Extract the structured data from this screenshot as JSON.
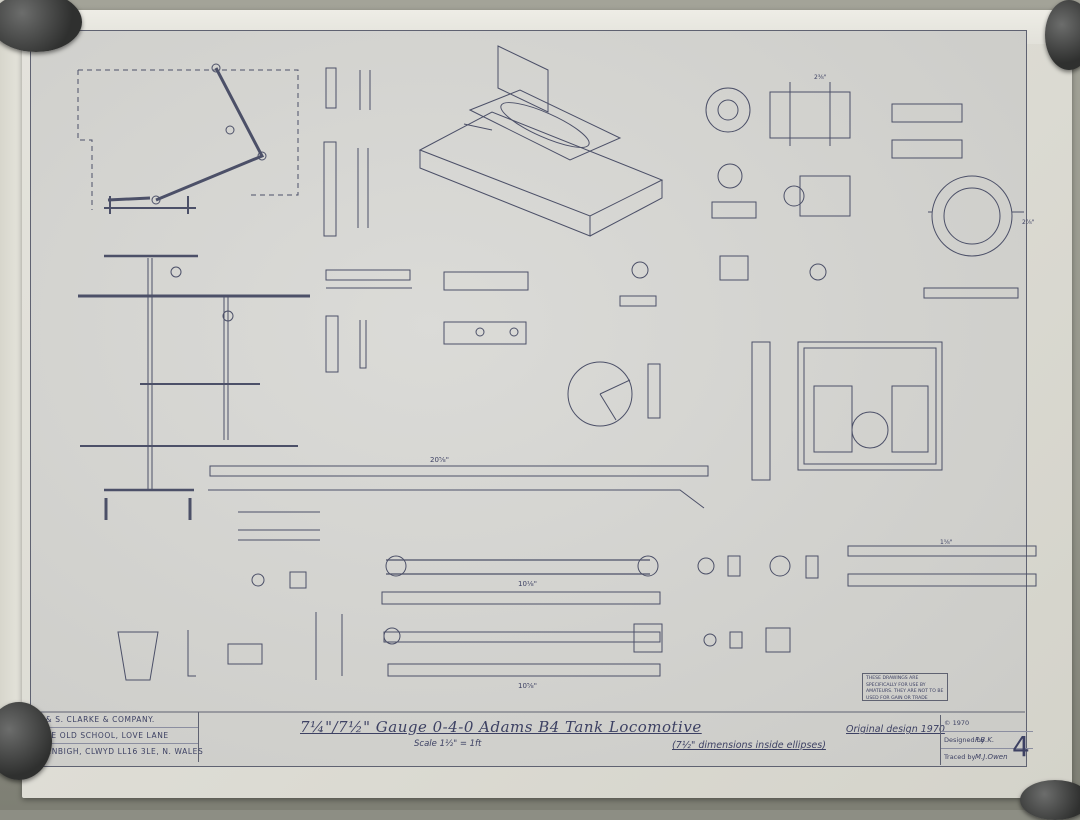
{
  "title_block": {
    "maker": [
      "J.& S. CLARKE & COMPANY.",
      "THE OLD SCHOOL, LOVE LANE",
      "DENBIGH, CLWYD LL16 3LE, N. WALES"
    ],
    "title": "7¼\"/7½\" Gauge 0-4-0 Adams B4 Tank Locomotive",
    "scale": "Scale 1½\" = 1ft",
    "ellipse_note": "(7½\" dimensions inside ellipses)",
    "original_design": "Original design 1970",
    "copyright": "© 1970",
    "designed_by_label": "Designed by",
    "designed_by_value": "F.B.K.",
    "traced_by_label": "Traced by",
    "traced_by_value": "M.J.Owen",
    "sheet_number": "4"
  },
  "amateur_note": "THESE DRAWINGS ARE SPECIFICALLY FOR USE BY AMATEURS. THEY ARE NOT TO BE USED FOR GAIN OR TRADE",
  "dimensions": {
    "overall_rod": "20⅝\"",
    "coupling_rod": "10⅛\"",
    "lower_rod": "10⅝\"",
    "plate_width": "2⅜\"",
    "bracket_height": "2⅞\"",
    "plate_dim": "1⅝\""
  },
  "colors": {
    "ink": "#3d4163",
    "line": "#4c5068",
    "plate": "#d3d3cf"
  }
}
